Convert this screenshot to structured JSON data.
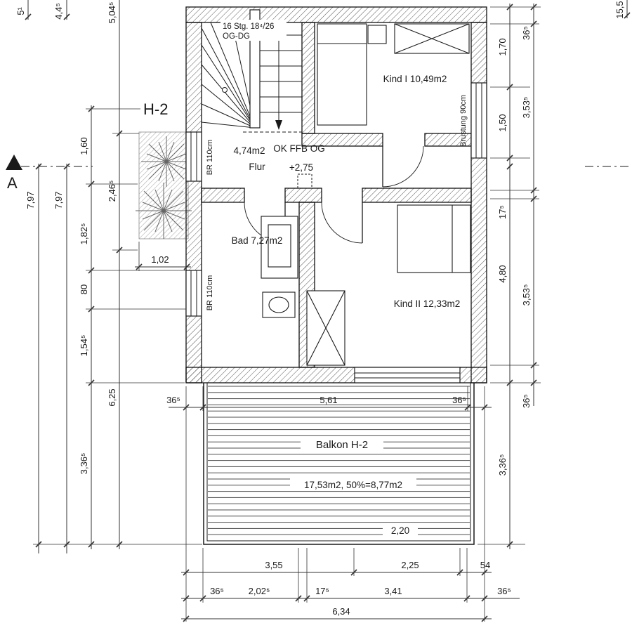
{
  "plan": {
    "section_marker": "A",
    "area_label": "H-2",
    "stairs_line1": "16 Stg. 18⁴/26",
    "stairs_line2": "OG-DG",
    "flur_area": "4,74m2",
    "flur_name": "Flur",
    "level_line1": "OK FFB OG",
    "level_line2": "+2,75",
    "rooms": {
      "kind1": "Kind I 10,49m2",
      "kind2": "Kind II 12,33m2",
      "bad": "Bad 7,27m2"
    },
    "windows": {
      "brustung": "Brustung 90cm",
      "br_top": "BR 110cm",
      "br_bottom": "BR 110cm"
    },
    "balcony": {
      "name": "Balkon H-2",
      "area": "17,53m2, 50%=8,77m2",
      "door_width": "2,20"
    }
  },
  "dims": {
    "left": {
      "l1": "7,97",
      "l2": "7,97",
      "top40": "5¹",
      "top95": "4,4⁵",
      "l3": [
        "1,60",
        "1,82⁵",
        "80",
        "1,54⁵",
        "3,36⁵"
      ],
      "l4": [
        "5,04⁵",
        "2,46⁵",
        "6,25"
      ],
      "terrace": "1,02"
    },
    "right": {
      "r1": [
        "1,70",
        "1,50",
        "17⁵",
        "4,80",
        "3,36⁵"
      ],
      "r2": [
        "36⁵",
        "3,53⁵",
        "3,53⁵",
        "36⁵"
      ],
      "top": "15,5"
    },
    "bottom": {
      "row1": [
        "3,55",
        "2,25",
        "54"
      ],
      "row2": [
        "36⁵",
        "2,02⁵",
        "17⁵",
        "3,41",
        "36⁵"
      ],
      "row3": "6,34",
      "balcony": [
        "36⁵",
        "5,61",
        "36⁵"
      ]
    }
  }
}
